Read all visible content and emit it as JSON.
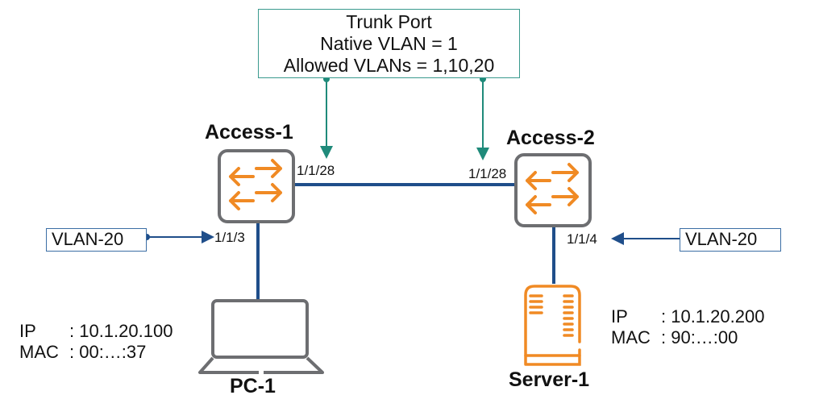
{
  "colors": {
    "trunk_annotation": "#1f8a7a",
    "link": "#1f4e8a",
    "device_orange": "#f08a24",
    "device_gray": "#6d6e71"
  },
  "trunk": {
    "title": "Trunk Port",
    "native_vlan": "Native VLAN = 1",
    "allowed_vlans": "Allowed VLANs = 1,10,20"
  },
  "devices": {
    "access1": {
      "name": "Access-1",
      "icon": "switch-icon",
      "uplink_port": "1/1/28",
      "access_port": "1/1/3"
    },
    "access2": {
      "name": "Access-2",
      "icon": "switch-icon",
      "uplink_port": "1/1/28",
      "access_port": "1/1/4"
    },
    "pc1": {
      "name": "PC-1",
      "icon": "laptop-icon",
      "ip_label": "IP",
      "ip": ": 10.1.20.100",
      "mac_label": "MAC",
      "mac": ": 00:…:37"
    },
    "server1": {
      "name": "Server-1",
      "icon": "server-icon",
      "ip_label": "IP",
      "ip": ": 10.1.20.200",
      "mac_label": "MAC",
      "mac": ": 90:…:00"
    }
  },
  "vlan_tags": {
    "left": "VLAN-20",
    "right": "VLAN-20"
  }
}
